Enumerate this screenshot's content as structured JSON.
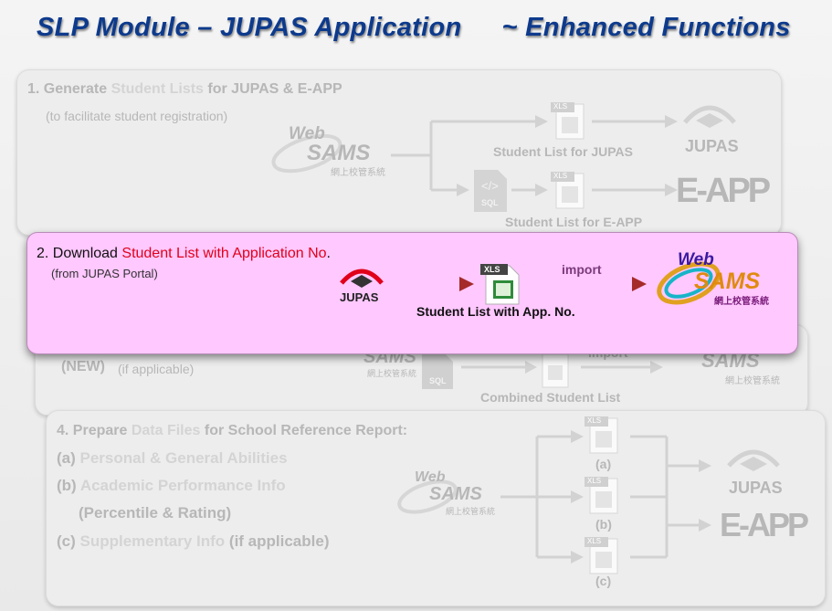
{
  "title": {
    "part1": "SLP Module – JUPAS Application",
    "part2": "~ Enhanced Functions"
  },
  "panel1": {
    "num": "1. Generate ",
    "w1": "Student Lists",
    "w2": " for JUPAS & E-APP",
    "sub": "(to facilitate student registration)",
    "cap_jupas": "Student List for JUPAS",
    "cap_eapp": "Student List for E-APP"
  },
  "panel2": {
    "prefix": "2. Download ",
    "hl": "Student List with Application No",
    "suffix": ".",
    "sub": "(from JUPAS Portal)",
    "cap_file": "Student List with App. No.",
    "import_label": "import"
  },
  "panel3": {
    "new": "(NEW)",
    "applicable": "(if applicable)",
    "cap_combined": "Combined Student List",
    "import_label": "import"
  },
  "panel4": {
    "line0a": "4. Prepare ",
    "line0b": "Data Files",
    "line0c": " for School Reference Report:",
    "line1a": "(a) ",
    "line1b": "Personal & General Abilities",
    "line2a": "(b) ",
    "line2b": "Academic Performance Info",
    "line3": "(Percentile & Rating)",
    "line4a": "(c) ",
    "line4b": "Supplementary Info",
    "line4c": " (if applicable)",
    "cap_a": "(a)",
    "cap_b": "(b)",
    "cap_c": "(c)"
  },
  "logos": {
    "web": "Web",
    "sams": "SAMS",
    "sams_cn": "網上校管系統",
    "jupas": "JUPAS",
    "eapp": "E-APP",
    "xls": "XLS",
    "sql": "SQL"
  },
  "colors": {
    "title": "#0d3a8c",
    "highlight": "#e0001a",
    "active_bg": "#ffc8ff",
    "arrow": "#b43c3c"
  }
}
